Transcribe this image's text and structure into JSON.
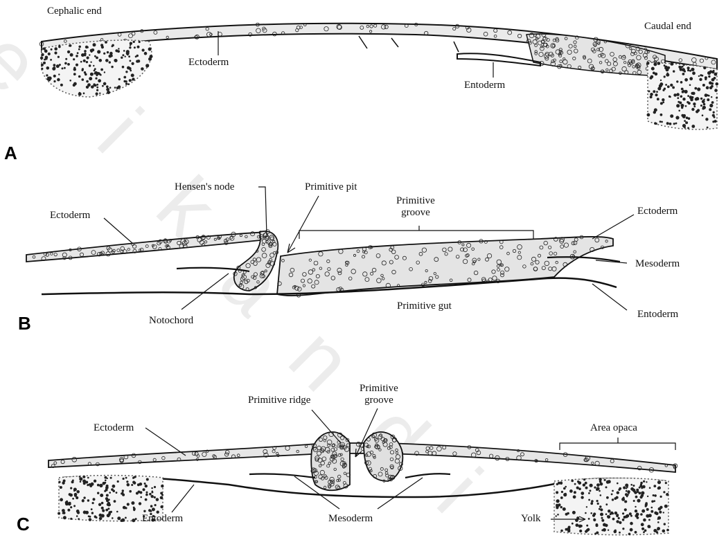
{
  "watermark": [
    "e",
    "i",
    "k",
    "a",
    "n",
    "d",
    "i"
  ],
  "panels": {
    "a": {
      "letter": "A",
      "labels": {
        "cephalic_end": "Cephalic end",
        "caudal_end": "Caudal end",
        "ectoderm": "Ectoderm",
        "entoderm": "Entoderm"
      }
    },
    "b": {
      "letter": "B",
      "labels": {
        "hensens_node": "Hensen's node",
        "primitive_pit": "Primitive pit",
        "primitive_groove": "Primitive\ngroove",
        "ectoderm_left": "Ectoderm",
        "ectoderm_right": "Ectoderm",
        "mesoderm": "Mesoderm",
        "entoderm": "Entoderm",
        "notochord": "Notochord",
        "primitive_gut": "Primitive gut"
      }
    },
    "c": {
      "letter": "C",
      "labels": {
        "primitive_ridge": "Primitive ridge",
        "primitive_groove": "Primitive\ngroove",
        "ectoderm": "Ectoderm",
        "area_opaca": "Area opaca",
        "entoderm": "Entoderm",
        "mesoderm": "Mesoderm",
        "yolk": "Yolk"
      }
    }
  }
}
